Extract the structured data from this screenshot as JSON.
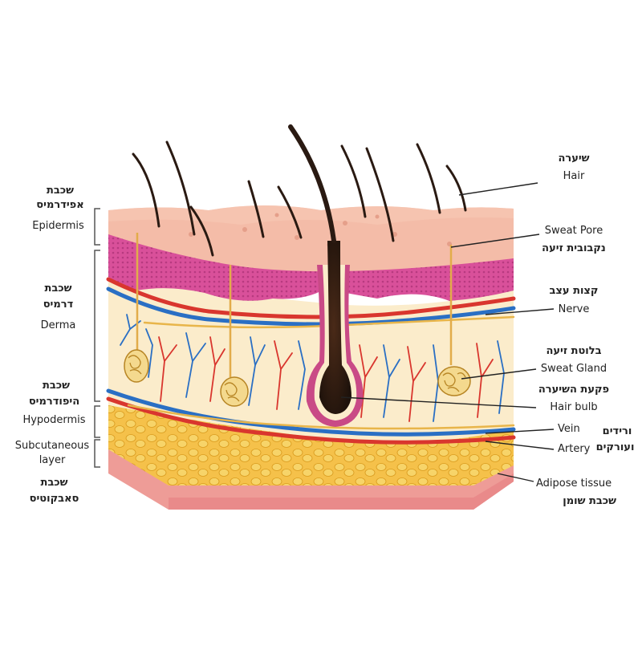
{
  "left_labels": {
    "epidermis_he_line1": "שכבת",
    "epidermis_he_line2": "אפידרמיס",
    "epidermis_en": "Epidermis",
    "derma_he_line1": "שכבת",
    "derma_he_line2": "דרמיס",
    "derma_en": "Derma",
    "hypodermis_he_line1": "שכבת",
    "hypodermis_he_line2": "היפודרמיס",
    "hypodermis_en": "Hypodermis",
    "subcutaneous_en_line1": "Subcutaneous",
    "subcutaneous_en_line2": "layer",
    "subcutaneous_he_line1": "שכבת",
    "subcutaneous_he_line2": "סאבקוטיס"
  },
  "right_labels": {
    "hair_he": "שיערה",
    "hair_en": "Hair",
    "sweat_pore_en": "Sweat Pore",
    "sweat_pore_he": "נקבובית זיעה",
    "nerve_he": "קצות עצב",
    "nerve_en": "Nerve",
    "sweat_gland_he": "בלוטת זיעה",
    "sweat_gland_en": "Sweat Gland",
    "hair_bulb_he": "פקעת השיערה",
    "hair_bulb_en": "Hair bulb",
    "vein_en": "Vein",
    "artery_en": "Artery",
    "vessels_he_line1": "ורידים",
    "vessels_he_line2": "ועורקים",
    "adipose_en": "Adipose tissue",
    "adipose_he": "שכבת שומן"
  },
  "colors": {
    "epidermis_top": "#f3b9a6",
    "epidermis_pink": "#d9509a",
    "derma_cream": "#fbeccb",
    "fat_yellow": "#f4c53c",
    "hypodermis_pink": "#ec9a96",
    "vein_blue": "#2a6fc4",
    "artery_red": "#d9362e",
    "nerve_yellow": "#e8b54a",
    "hair_dark": "#2a1a12"
  }
}
